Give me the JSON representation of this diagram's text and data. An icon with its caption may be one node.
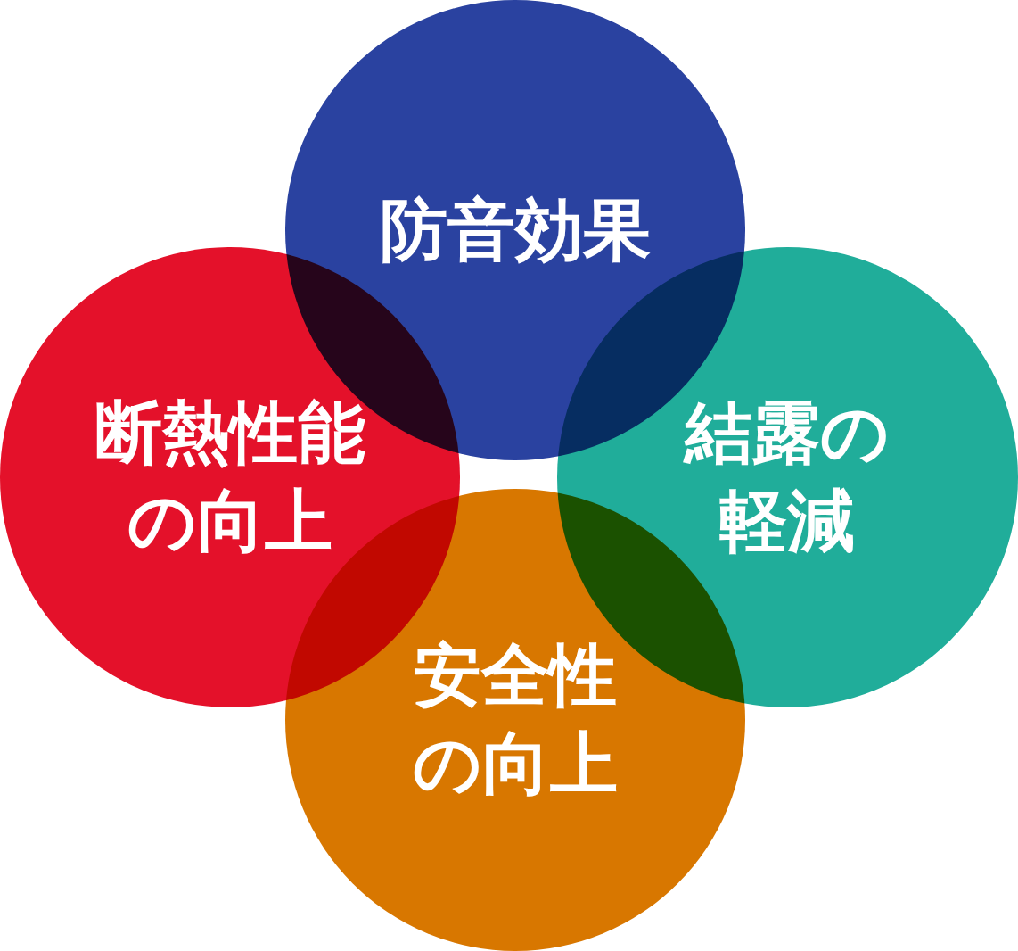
{
  "diagram": {
    "nodes": [
      {
        "text": [
          "防音効果"
        ]
      },
      {
        "text": [
          "断熱性能の向上"
        ]
      },
      {
        "text": [
          "結露の軽減"
        ]
      },
      {
        "text": [
          "安全性の向上"
        ]
      }
    ]
  }
}
